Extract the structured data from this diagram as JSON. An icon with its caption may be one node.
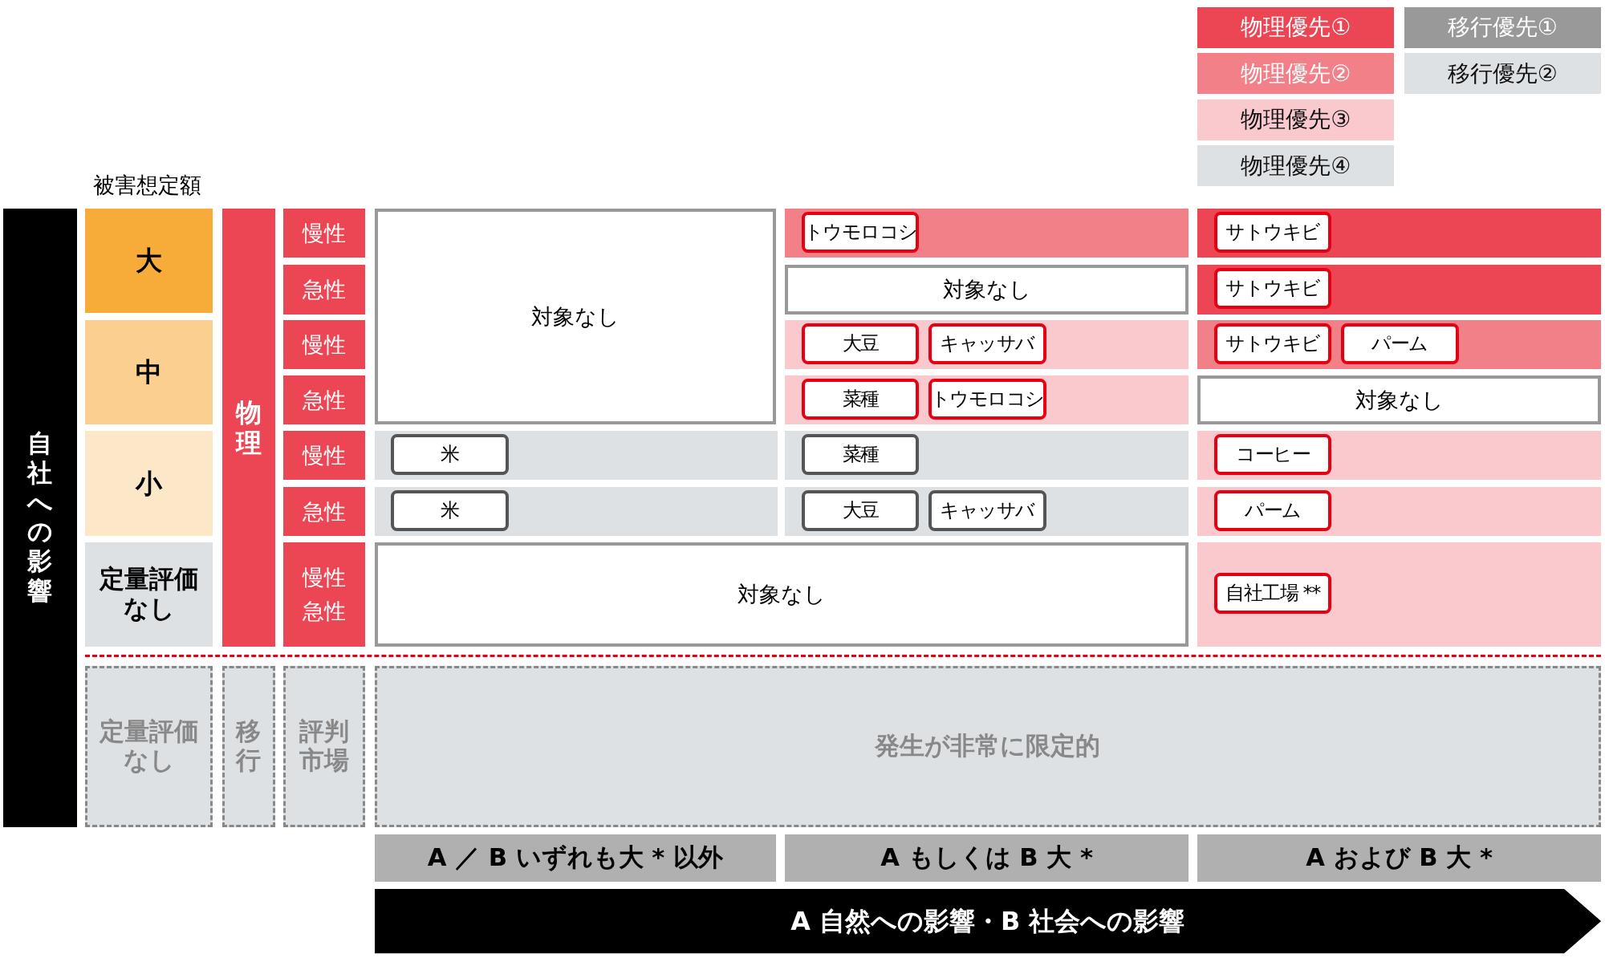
{
  "diagram": {
    "nodes": [
      {
        "text": [
          "自社への影響"
        ]
      },
      {
        "text": [
          "大"
        ]
      },
      {
        "text": [
          "中"
        ]
      },
      {
        "text": [
          "小"
        ]
      },
      {
        "text": [
          "定量評価なし"
        ]
      },
      {
        "text": [
          "物理"
        ]
      },
      {
        "text": [
          "慢性"
        ]
      },
      {
        "text": [
          "急性"
        ]
      },
      {
        "text": [
          "慢性"
        ]
      },
      {
        "text": [
          "急性"
        ]
      },
      {
        "text": [
          "慢性"
        ]
      },
      {
        "text": [
          "急性"
        ]
      },
      {
        "text": [
          "慢性",
          "急性"
        ]
      },
      {
        "text": [
          "対象なし"
        ]
      },
      {
        "text": [],
        "shape": "box"
      },
      {
        "text": [
          "トウモロコシ"
        ],
        "in": 14
      },
      {
        "text": [],
        "shape": "box"
      },
      {
        "text": [
          "サトウキビ"
        ],
        "in": 16
      },
      {
        "text": [
          "対象なし"
        ]
      },
      {
        "text": [],
        "shape": "box"
      },
      {
        "text": [
          "サトウキビ"
        ],
        "in": 19
      },
      {
        "text": [],
        "shape": "box"
      },
      {
        "text": [
          "大豆"
        ],
        "in": 21
      },
      {
        "text": [
          "キャッサバ"
        ],
        "in": 21
      },
      {
        "text": [],
        "shape": "box"
      },
      {
        "text": [
          "サトウキビ"
        ],
        "in": 24
      },
      {
        "text": [
          "パーム"
        ],
        "in": 24
      },
      {
        "text": [],
        "shape": "box"
      },
      {
        "text": [
          "菜種"
        ],
        "in": 27
      },
      {
        "text": [
          "トウモロコシ"
        ],
        "in": 27
      },
      {
        "text": [
          "対象なし"
        ]
      },
      {
        "text": [],
        "shape": "box"
      },
      {
        "text": [
          "米"
        ],
        "in": 31
      },
      {
        "text": [],
        "shape": "box"
      },
      {
        "text": [
          "菜種"
        ],
        "in": 33
      },
      {
        "text": [],
        "shape": "box"
      },
      {
        "text": [
          "コーヒー"
        ],
        "in": 35
      },
      {
        "text": [],
        "shape": "box"
      },
      {
        "text": [
          "米"
        ],
        "in": 37
      },
      {
        "text": [],
        "shape": "box"
      },
      {
        "text": [
          "大豆"
        ],
        "in": 39
      },
      {
        "text": [
          "キャッサバ"
        ],
        "in": 39
      },
      {
        "text": [],
        "shape": "box"
      },
      {
        "text": [
          "パーム"
        ],
        "in": 42
      },
      {
        "text": [
          "対象なし"
        ]
      },
      {
        "text": [],
        "shape": "box"
      },
      {
        "text": [
          "自社工場 **"
        ],
        "in": 45
      },
      {
        "text": [
          "定量評価なし"
        ]
      },
      {
        "text": [
          "移行"
        ]
      },
      {
        "text": [
          "評判市場"
        ]
      },
      {
        "text": [
          "発生が非常に限定的"
        ]
      },
      {
        "text": [
          "A ／ B いずれも大 * 以外"
        ]
      },
      {
        "text": [
          "A もしくは B 大 *"
        ]
      },
      {
        "text": [
          "A および B 大 *"
        ]
      },
      {
        "text": [
          "A 自然への影響・B 社会への影響"
        ]
      }
    ],
    "labels": [
      "被害想定額"
    ],
    "legend": [
      {
        "text": "物理優先①",
        "color": "#ec4655"
      },
      {
        "text": "物理優先②",
        "color": "#f28088"
      },
      {
        "text": "物理優先③",
        "color": "#f9c9ce"
      },
      {
        "text": "物理優先④",
        "color": "#dde1e4"
      },
      {
        "text": "移行優先①",
        "color": "#999999"
      },
      {
        "text": "移行優先②",
        "color": "#dde1e4"
      }
    ]
  }
}
